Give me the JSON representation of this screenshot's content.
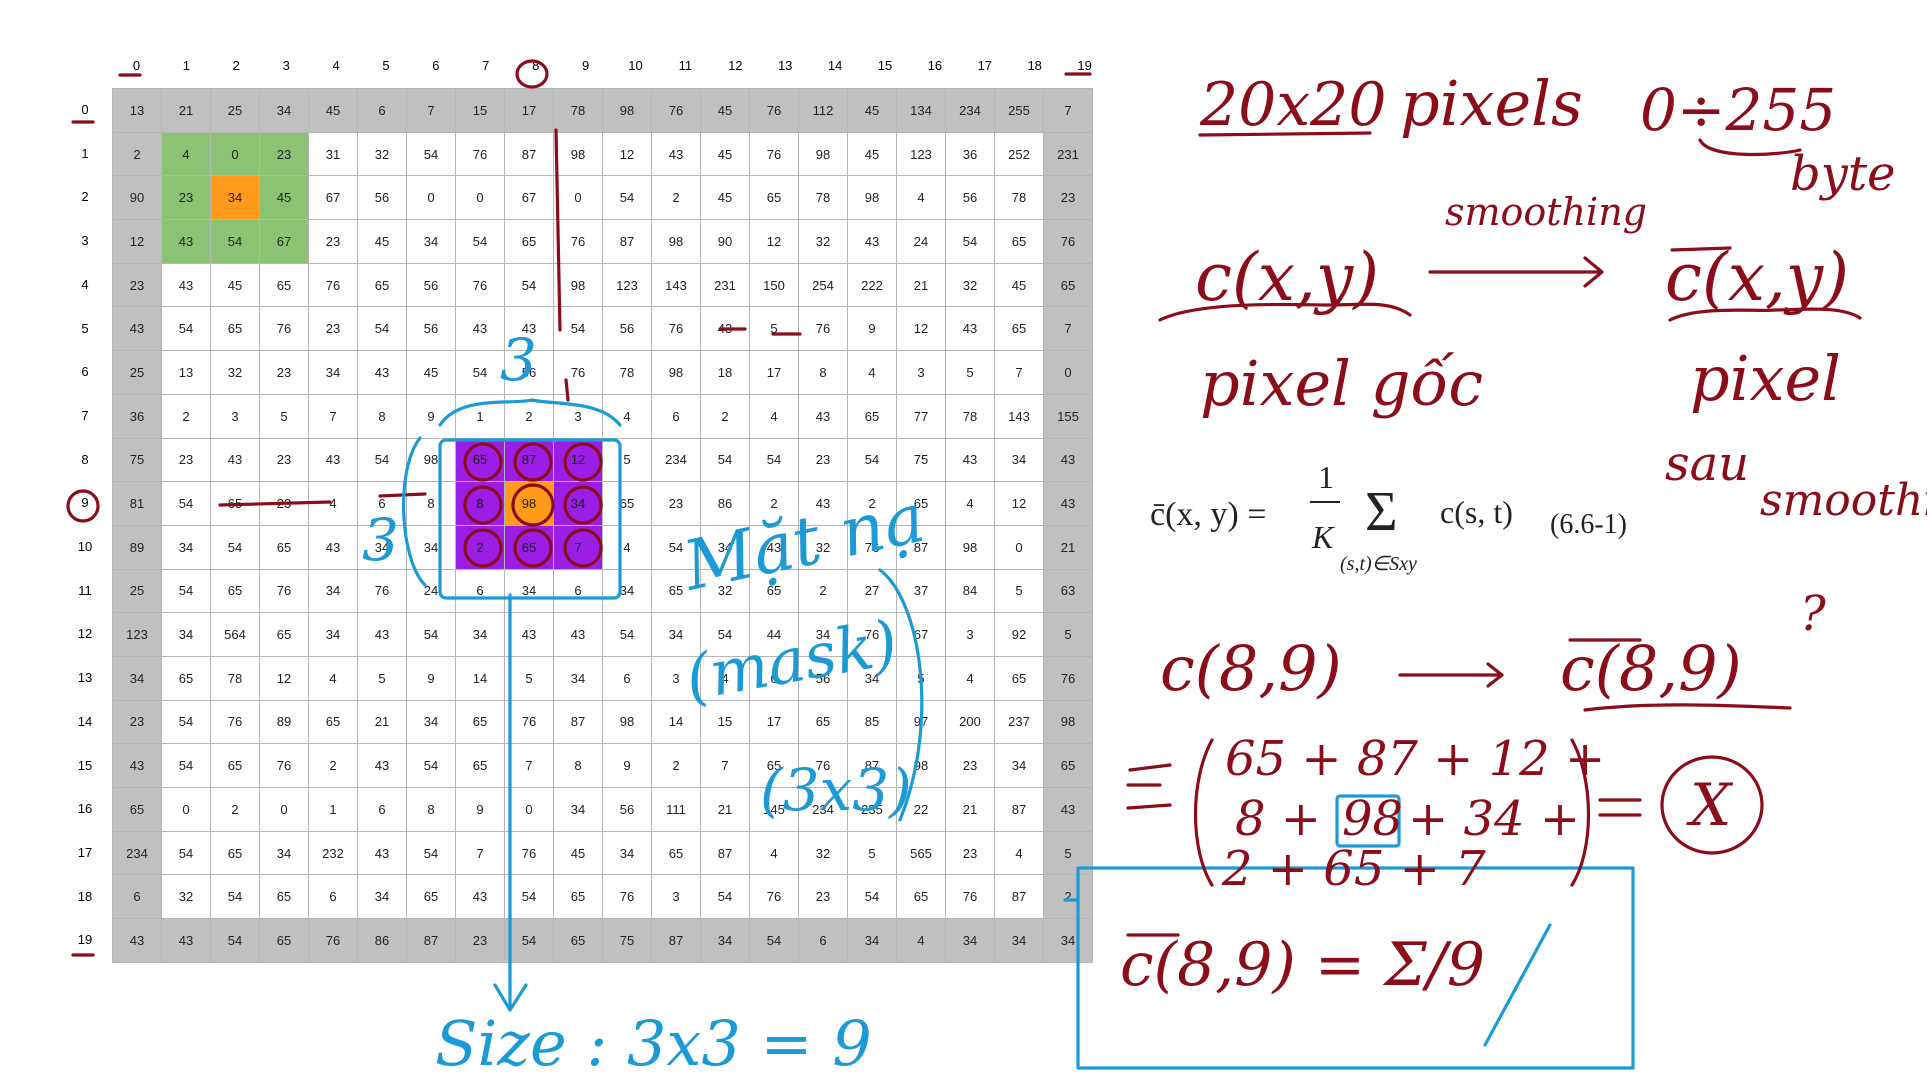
{
  "grid": {
    "col_headers": [
      "0",
      "1",
      "2",
      "3",
      "4",
      "5",
      "6",
      "7",
      "8",
      "9",
      "10",
      "11",
      "12",
      "13",
      "14",
      "15",
      "16",
      "17",
      "18",
      "19"
    ],
    "row_headers": [
      "0",
      "1",
      "2",
      "3",
      "4",
      "5",
      "6",
      "7",
      "8",
      "9",
      "10",
      "11",
      "12",
      "13",
      "14",
      "15",
      "16",
      "17",
      "18",
      "19"
    ],
    "rows": [
      [
        "13",
        "21",
        "25",
        "34",
        "45",
        "6",
        "7",
        "15",
        "17",
        "78",
        "98",
        "76",
        "45",
        "76",
        "112",
        "45",
        "134",
        "234",
        "255",
        "7"
      ],
      [
        "2",
        "4",
        "0",
        "23",
        "31",
        "32",
        "54",
        "76",
        "87",
        "98",
        "12",
        "43",
        "45",
        "76",
        "98",
        "45",
        "123",
        "36",
        "252",
        "231"
      ],
      [
        "90",
        "23",
        "34",
        "45",
        "67",
        "56",
        "0",
        "0",
        "67",
        "0",
        "54",
        "2",
        "45",
        "65",
        "78",
        "98",
        "4",
        "56",
        "78",
        "23"
      ],
      [
        "12",
        "43",
        "54",
        "67",
        "23",
        "45",
        "34",
        "54",
        "65",
        "76",
        "87",
        "98",
        "90",
        "12",
        "32",
        "43",
        "24",
        "54",
        "65",
        "76"
      ],
      [
        "23",
        "43",
        "45",
        "65",
        "76",
        "65",
        "56",
        "76",
        "54",
        "98",
        "123",
        "143",
        "231",
        "150",
        "254",
        "222",
        "21",
        "32",
        "45",
        "65"
      ],
      [
        "43",
        "54",
        "65",
        "76",
        "23",
        "54",
        "56",
        "43",
        "43",
        "54",
        "56",
        "76",
        "43",
        "5",
        "76",
        "9",
        "12",
        "43",
        "65",
        "7"
      ],
      [
        "25",
        "13",
        "32",
        "23",
        "34",
        "43",
        "45",
        "54",
        "56",
        "76",
        "78",
        "98",
        "18",
        "17",
        "8",
        "4",
        "3",
        "5",
        "7",
        "0"
      ],
      [
        "36",
        "2",
        "3",
        "5",
        "7",
        "8",
        "9",
        "1",
        "2",
        "3",
        "4",
        "6",
        "2",
        "4",
        "43",
        "65",
        "77",
        "78",
        "143",
        "155"
      ],
      [
        "75",
        "23",
        "43",
        "23",
        "43",
        "54",
        "98",
        "65",
        "87",
        "12",
        "5",
        "234",
        "54",
        "54",
        "23",
        "54",
        "75",
        "43",
        "34",
        "43"
      ],
      [
        "81",
        "54",
        "65",
        "23",
        "4",
        "6",
        "8",
        "8",
        "98",
        "34",
        "65",
        "23",
        "86",
        "2",
        "43",
        "2",
        "65",
        "4",
        "12",
        "43"
      ],
      [
        "89",
        "34",
        "54",
        "65",
        "43",
        "34",
        "34",
        "2",
        "65",
        "7",
        "4",
        "54",
        "34",
        "43",
        "32",
        "76",
        "87",
        "98",
        "0",
        "21"
      ],
      [
        "25",
        "54",
        "65",
        "76",
        "34",
        "76",
        "24",
        "6",
        "34",
        "6",
        "34",
        "65",
        "32",
        "65",
        "2",
        "27",
        "37",
        "84",
        "5",
        "63"
      ],
      [
        "123",
        "34",
        "564",
        "65",
        "34",
        "43",
        "54",
        "34",
        "43",
        "43",
        "54",
        "34",
        "54",
        "44",
        "34",
        "76",
        "67",
        "3",
        "92",
        "5"
      ],
      [
        "34",
        "65",
        "78",
        "12",
        "4",
        "5",
        "9",
        "14",
        "5",
        "34",
        "6",
        "3",
        "4",
        "6",
        "56",
        "34",
        "5",
        "4",
        "65",
        "76"
      ],
      [
        "23",
        "54",
        "76",
        "89",
        "65",
        "21",
        "34",
        "65",
        "76",
        "87",
        "98",
        "14",
        "15",
        "17",
        "65",
        "85",
        "97",
        "200",
        "237",
        "98"
      ],
      [
        "43",
        "54",
        "65",
        "76",
        "2",
        "43",
        "54",
        "65",
        "7",
        "8",
        "9",
        "2",
        "7",
        "65",
        "76",
        "87",
        "98",
        "23",
        "34",
        "65"
      ],
      [
        "65",
        "0",
        "2",
        "0",
        "1",
        "6",
        "8",
        "9",
        "0",
        "34",
        "56",
        "111",
        "21",
        "145",
        "234",
        "235",
        "22",
        "21",
        "87",
        "43"
      ],
      [
        "234",
        "54",
        "65",
        "34",
        "232",
        "43",
        "54",
        "7",
        "76",
        "45",
        "34",
        "65",
        "87",
        "4",
        "32",
        "5",
        "565",
        "23",
        "4",
        "5"
      ],
      [
        "6",
        "32",
        "54",
        "65",
        "6",
        "34",
        "65",
        "43",
        "54",
        "65",
        "76",
        "3",
        "54",
        "76",
        "23",
        "54",
        "65",
        "76",
        "87",
        "2"
      ],
      [
        "43",
        "43",
        "54",
        "65",
        "76",
        "86",
        "87",
        "23",
        "54",
        "65",
        "75",
        "87",
        "34",
        "54",
        "6",
        "34",
        "4",
        "34",
        "34",
        "34"
      ]
    ]
  },
  "colors": {
    "border_cell": "#c0c0c0",
    "green_highlight": "#8cc274",
    "orange_highlight": "#ff9a1a",
    "purple_mask": "#9a1ee6",
    "ink_red": "#8b0d1a",
    "ink_blue": "#1c9ad6"
  },
  "notes": {
    "title_20x20": "20x20",
    "pixels": "pixels",
    "range": "0÷255",
    "byte": "byte",
    "c_xy": "c(x,y)",
    "smoothing": "smoothing",
    "cbar_xy": "c(x,y)",
    "pixel_goc": "pixel gốc",
    "pixel": "pixel",
    "sau": "sau",
    "smoothing2": "smoothing",
    "c_89": "c(8,9)",
    "cbar_89": "c(8,9)",
    "question": "?",
    "sigma_line1": "65 + 87 + 12 +",
    "sigma_line2_a": "8 +",
    "sigma_line2_b": "98",
    "sigma_line2_c": "+ 34 +",
    "sigma_line3": "2 + 65 + 7",
    "equals_x": "X",
    "cbar_result": "c(8,9) = Σ/9",
    "matna": "Mặt nạ",
    "mask": "(mask)",
    "mask_dim": "(3x3)",
    "three_top": "3",
    "three_left": "3",
    "size": "Size : 3x3 = 9"
  },
  "formula": {
    "lhs": "c̄(x, y) =",
    "frac_num": "1",
    "frac_den": "K",
    "sum": "Σ",
    "sub": "(s,t)∈Sxy",
    "body": "c(s, t)",
    "eq_no": "(6.6-1)"
  }
}
